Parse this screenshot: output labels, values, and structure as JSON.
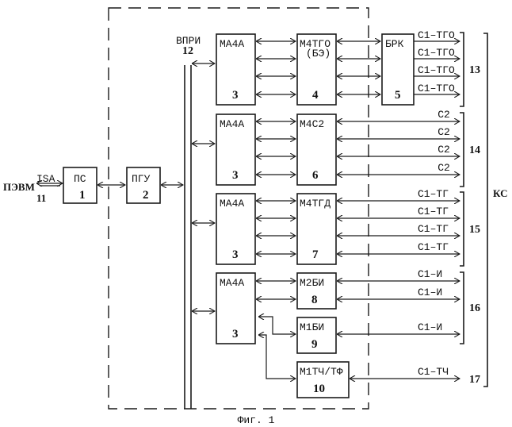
{
  "figure": {
    "caption": "Фиг. 1",
    "external": {
      "pc_label": "ПЭВМ",
      "interface_label": "ISA",
      "interface_number": "11"
    },
    "bus": {
      "label": "ВПРИ",
      "number": "12"
    },
    "blocks": {
      "ps": {
        "name": "ПС",
        "number": "1"
      },
      "pgu": {
        "name": "ПГУ",
        "number": "2"
      },
      "ma4a": {
        "name": "МА4А",
        "number": "3"
      },
      "m4tgo": {
        "name": "М4ТГО",
        "sub": "(БЭ)",
        "number": "4"
      },
      "brk": {
        "name": "БРК",
        "number": "5"
      },
      "m4c2": {
        "name": "М4С2",
        "number": "6"
      },
      "m4tgd": {
        "name": "М4ТГД",
        "number": "7"
      },
      "m2bi": {
        "name": "М2БИ",
        "number": "8"
      },
      "m1bi": {
        "name": "М1БИ",
        "number": "9"
      },
      "m1tch": {
        "name": "М1ТЧ/ТФ",
        "number": "10"
      }
    },
    "channels": {
      "g13": {
        "labels": [
          "С1–ТГО",
          "С1–ТГО",
          "С1–ТГО",
          "С1–ТГО"
        ],
        "number": "13"
      },
      "g14": {
        "labels": [
          "С2",
          "С2",
          "С2",
          "С2"
        ],
        "number": "14"
      },
      "g15": {
        "labels": [
          "С1–ТГ",
          "С1–ТГ",
          "С1–ТГ",
          "С1–ТГ"
        ],
        "number": "15"
      },
      "g16": {
        "labels": [
          "С1–И",
          "С1–И",
          "С1–И"
        ],
        "number": "16"
      },
      "g17": {
        "labels": [
          "С1–ТЧ"
        ],
        "number": "17"
      }
    },
    "group_label": "КС"
  }
}
